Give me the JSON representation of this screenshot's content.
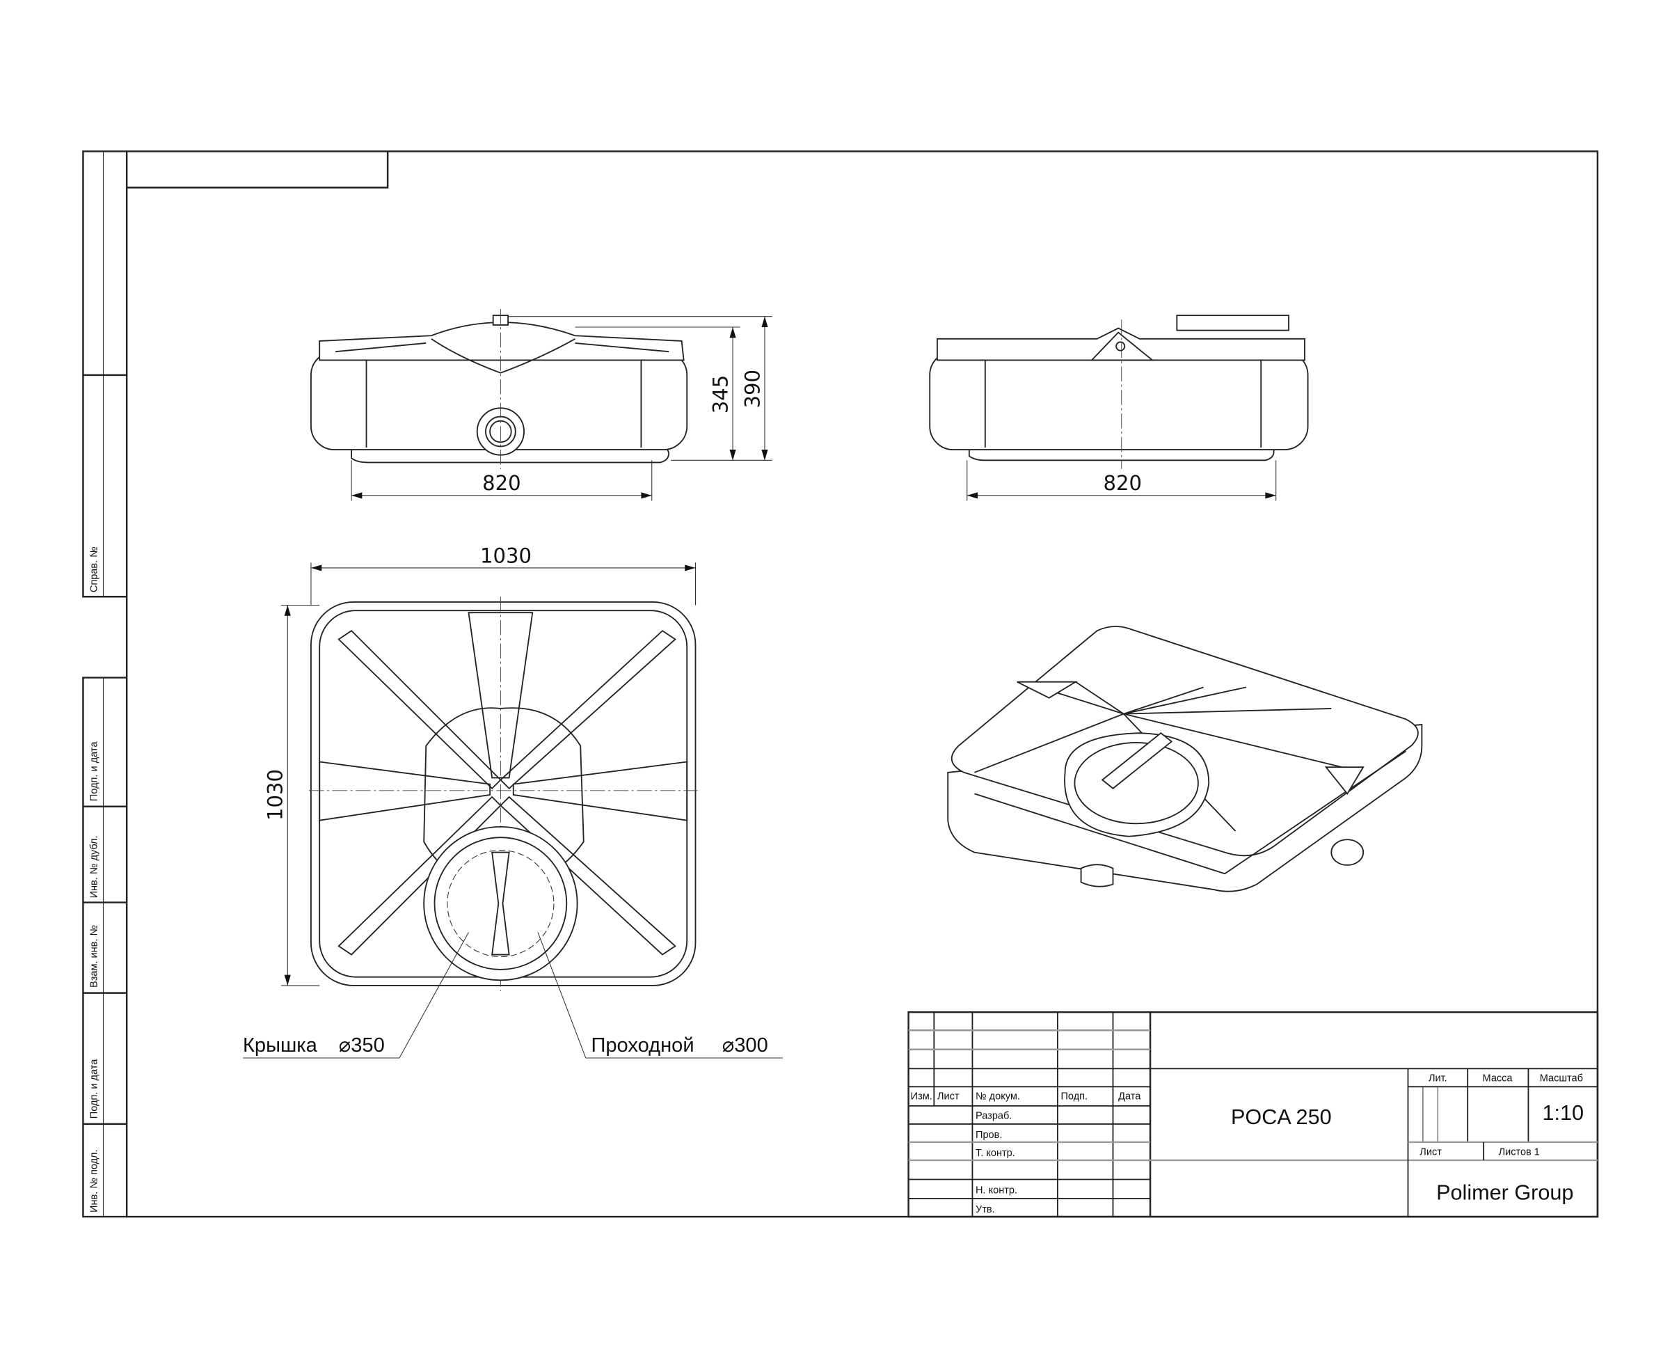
{
  "stamp_column": {
    "sprav_no": "Справ. №",
    "podp_data_1": "Подп. и дата",
    "inv_no_dubl": "Инв. № дубл.",
    "vzam_inv_no": "Взам. инв. №",
    "podp_data_2": "Подп. и дата",
    "inv_no_podl": "Инв. № подл."
  },
  "dimensions": {
    "front_width": "820",
    "front_height_body": "345",
    "front_height_total": "390",
    "side_width": "820",
    "top_width": "1030",
    "top_depth": "1030"
  },
  "callouts": {
    "lid_label": "Крышка",
    "lid_diameter": "⌀350",
    "manhole_label": "Проходной",
    "manhole_diameter": "⌀300"
  },
  "title_block": {
    "headers": {
      "izm": "Изм.",
      "list": "Лист",
      "doc_no": "№ докум.",
      "podp": "Подп.",
      "data": "Дата"
    },
    "roles": [
      "Разраб.",
      "Пров.",
      "Т. контр.",
      "",
      "Н. контр.",
      "Утв."
    ],
    "product_name": "POCA 250",
    "lit_label": "Лит.",
    "mass_label": "Масса",
    "scale_label": "Масштаб",
    "scale_value": "1:10",
    "sheet_label": "Лист",
    "sheets_label": "Листов 1",
    "company": "Polimer Group"
  }
}
